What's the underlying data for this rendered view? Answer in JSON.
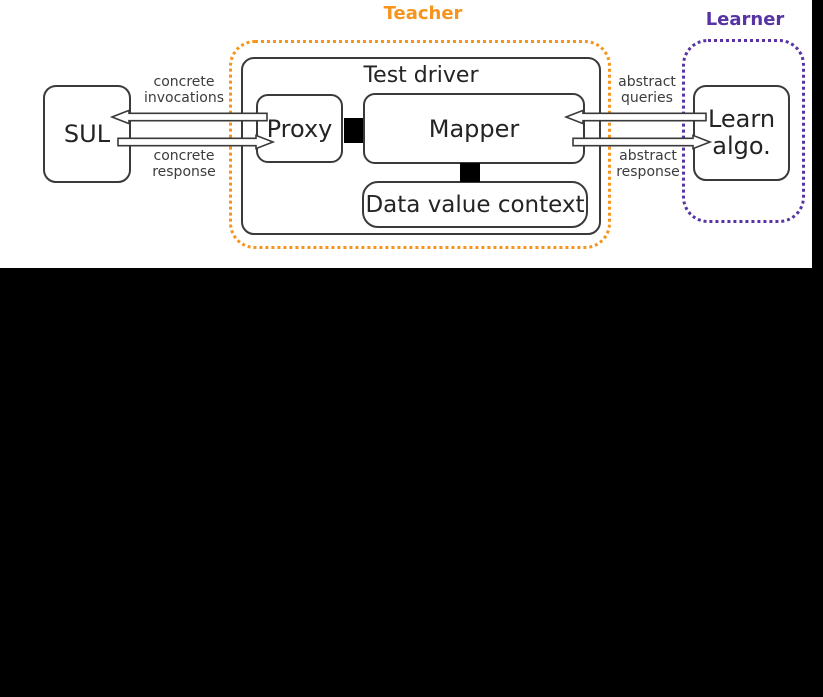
{
  "diagram": {
    "teacher_label": "Teacher",
    "learner_label": "Learner",
    "test_driver_label": "Test driver",
    "sul_label": "SUL",
    "proxy_label": "Proxy",
    "mapper_label": "Mapper",
    "data_value_context_label": "Data value context",
    "learn_algo_line1": "Learn",
    "learn_algo_line2": "algo.",
    "labels": {
      "concrete_invocations_line1": "concrete",
      "concrete_invocations_line2": "invocations",
      "concrete_response_line1": "concrete",
      "concrete_response_line2": "response",
      "abstract_queries_line1": "abstract",
      "abstract_queries_line2": "queries",
      "abstract_response_line1": "abstract",
      "abstract_response_line2": "response"
    },
    "colors": {
      "teacher_accent": "#F7941D",
      "learner_accent": "#5733A3",
      "box_border": "#3A3A3A",
      "label_text": "#3C3C3C",
      "node_text": "#242424",
      "connector": "#000000"
    }
  }
}
